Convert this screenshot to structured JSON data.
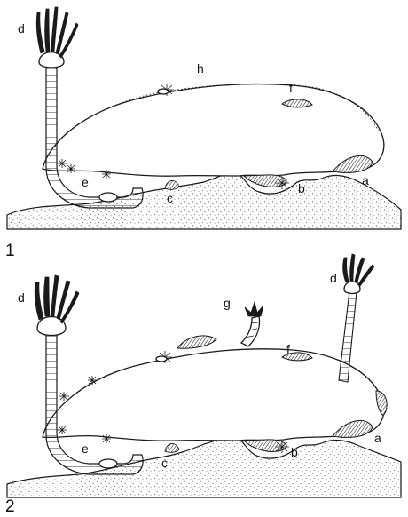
{
  "panels": [
    {
      "number": "1",
      "labels": {
        "a": "a",
        "b": "b",
        "c": "c",
        "d": "d",
        "e": "e",
        "f": "f",
        "h": "h"
      }
    },
    {
      "number": "2",
      "labels": {
        "a": "a",
        "b": "b",
        "c": "c",
        "d": "d",
        "d2": "d",
        "e": "e",
        "f": "f",
        "g": "g"
      }
    }
  ]
}
